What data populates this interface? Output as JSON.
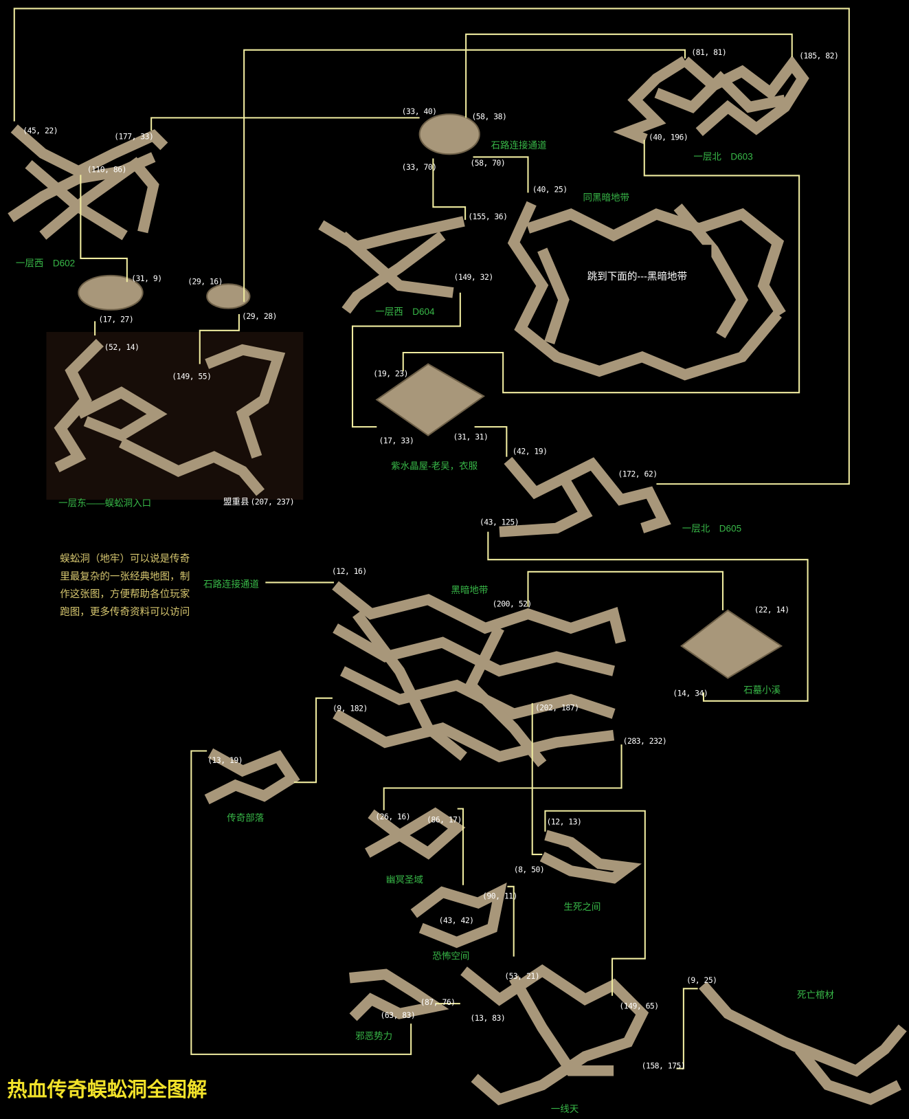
{
  "title": "热血传奇蜈蚣洞全图解",
  "note_lines": [
    "蜈蚣洞（地牢）可以说是传奇",
    "里最复杂的一张经典地图，制",
    "作这张图，方便帮助各位玩家",
    "跑图，更多传奇资料可以访问"
  ],
  "jump_note": "跳到下面的---黑暗地带",
  "regions": {
    "d602": "一层西　D602",
    "d604": "一层西　D604",
    "d603": "一层北　D603",
    "d605": "一层北　D605",
    "entrance": "一层东——蜈蚣洞入口",
    "mengzhong": "盟重县",
    "stone_road_top": "石路连接通道",
    "stone_road_left": "石路连接通道",
    "same_dark": "同黑暗地带",
    "crystal_house": "紫水晶屋-老吴，衣服",
    "dark_zone": "黑暗地带",
    "stone_tomb": "石墓小溪",
    "legend_tribe": "传奇部落",
    "nether": "幽冥圣域",
    "life_death": "生死之间",
    "terror": "恐怖空间",
    "evil": "邪恶势力",
    "coffin": "死亡棺材",
    "one_line_sky": "一线天"
  },
  "coords": [
    "(45, 22)",
    "(177, 33)",
    "(110, 86)",
    "(31, 9)",
    "(29, 16)",
    "(17, 27)",
    "(29, 28)",
    "(52, 14)",
    "(149, 55)",
    "(207, 237)",
    "(33, 40)",
    "(58, 38)",
    "(33, 70)",
    "(58, 70)",
    "(40, 25)",
    "(155, 36)",
    "(149, 32)",
    "(81, 81)",
    "(185, 82)",
    "(40, 196)",
    "(19, 23)",
    "(17, 33)",
    "(31, 31)",
    "(42, 19)",
    "(172, 62)",
    "(43, 125)",
    "(12, 16)",
    "(200, 52)",
    "(22, 14)",
    "(14, 34)",
    "(9, 182)",
    "(202, 187)",
    "(283, 232)",
    "(13, 19)",
    "(26, 16)",
    "(86, 17)",
    "(12, 13)",
    "(8, 50)",
    "(90, 11)",
    "(43, 42)",
    "(53, 21)",
    "(9, 25)",
    "(87, 76)",
    "(63, 83)",
    "(13, 83)",
    "(149, 65)",
    "(158, 175)"
  ],
  "colors": {
    "route": "#f0eca0",
    "cave": "#a8977a",
    "region_label": "#38b848",
    "note": "#d8c870",
    "title": "#f2e22a"
  }
}
